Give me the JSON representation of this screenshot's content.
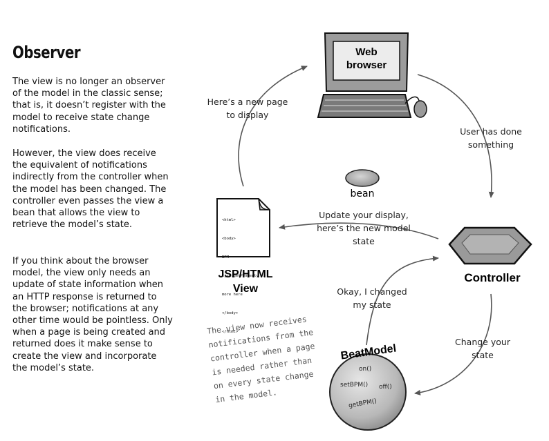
{
  "title": "Observer",
  "paragraphs": [
    "The view is no longer an observer of the model in the classic sense; that is, it doesn’t register with the model to receive state change notifications.",
    "However, the view does receive the equivalent of notifications indirectly from the controller when the model has been changed. The controller even passes the view a bean that allows the view to retrieve the model’s state.",
    "If you think about the browser model, the view only needs an update of state information when an HTTP response is returned to the browser; notifications at any other time would be pointless.  Only when a page is being created and returned does it make sense to create the view and incorporate the model’s state."
  ],
  "diagram": {
    "browser": {
      "line1": "Web",
      "line2": "browser"
    },
    "labels": {
      "new_page_l1": "Here’s a new page",
      "new_page_l2": "to display",
      "user_done_l1": "User has done",
      "user_done_l2": "something",
      "bean": "bean",
      "update_l1": "Update your display,",
      "update_l2": "here’s the new model",
      "update_l3": "state",
      "okay_l1": "Okay, I changed",
      "okay_l2": "my state",
      "change_l1": "Change your",
      "change_l2": "state"
    },
    "view": {
      "name_l1": "JSP/HTML",
      "name_l2": "View",
      "code": [
        "<html>",
        "<body>",
        "BPM",
        "<jsp:getProperty />",
        "more here",
        "</body>",
        "</html>"
      ]
    },
    "controller": "Controller",
    "model": {
      "name": "BeatModel",
      "methods": [
        "on()",
        "setBPM()",
        "off()",
        "getBPM()"
      ]
    },
    "handwritten_note": [
      "The view now receives",
      "notifications from the",
      "controller when a page",
      "is needed rather than",
      "on every state change",
      "in the model."
    ]
  }
}
